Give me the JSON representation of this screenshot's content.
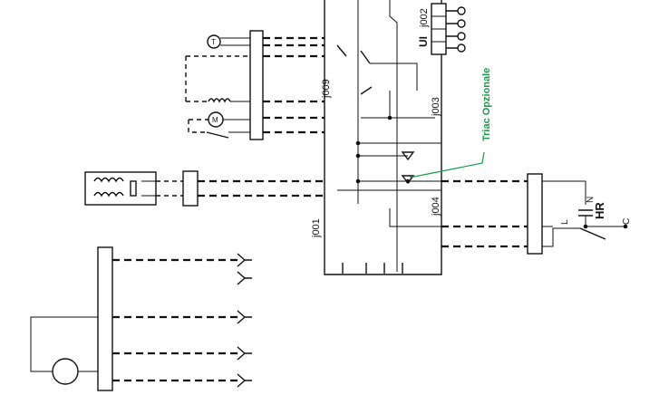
{
  "labels": {
    "j001": "j001",
    "j002": "j002",
    "j003": "j003",
    "j004": "j004",
    "j009": "j009",
    "triac_note": "Triac Opzionale",
    "ui": "UI",
    "hr": "HR",
    "terminal_n": "N",
    "terminal_l": "L",
    "terminal_c": "C",
    "motor_m": "M",
    "timer_t": "T"
  },
  "colors": {
    "wire": "#111111",
    "annotation": "#1a9a4a"
  }
}
